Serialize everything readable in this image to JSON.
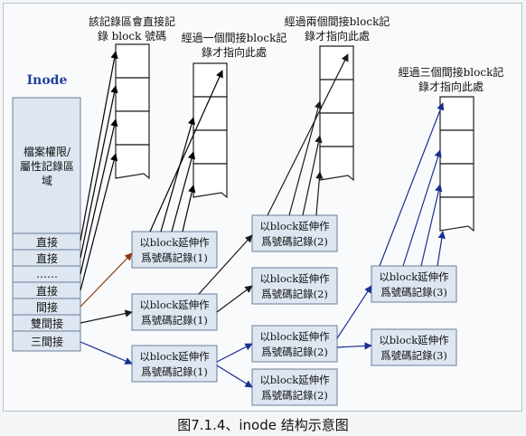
{
  "inode": {
    "title": "Inode",
    "attr_line1": "檔案權限/",
    "attr_line2": "屬性記錄區",
    "attr_line3": "域",
    "slots": [
      "直接",
      "直接",
      "……",
      "直接",
      "間接",
      "雙間接",
      "三間接"
    ]
  },
  "labels": {
    "direct_line1": "該記錄區會直接記",
    "direct_line2": "錄 block 號碼",
    "one_line1": "經過一個間接block記",
    "one_line2": "錄才指向此處",
    "two_line1": "經過兩個間接block記",
    "two_line2": "錄才指向此處",
    "three_line1": "經過三個間接block記",
    "three_line2": "錄才指向此處"
  },
  "record_box": {
    "line1": "以block延伸作",
    "line2_lvl1": "爲號碼記錄(1)",
    "line2_lvl2": "爲號碼記錄(2)",
    "line2_lvl3": "爲號碼記錄(3)"
  },
  "colors": {
    "direct_arrow": "#000000",
    "single_indirect_arrow": "#8b3a10",
    "double_indirect_arrow": "#1a1a1a",
    "triple_indirect_arrow": "#1a2f8f",
    "inode_title": "#1f3fa0"
  },
  "caption": "图7.1.4、inode 结构示意图"
}
